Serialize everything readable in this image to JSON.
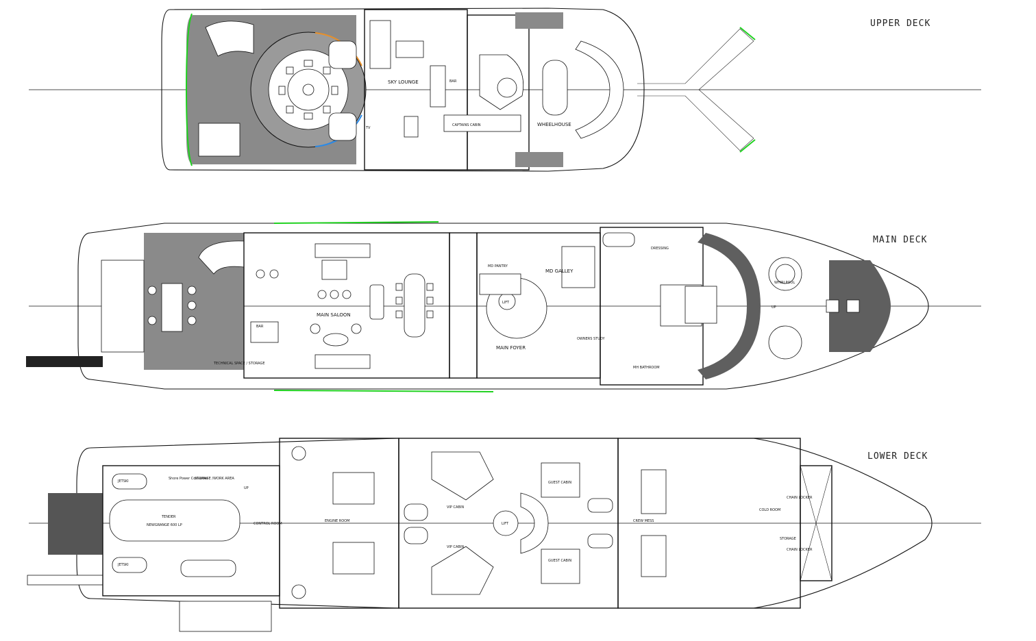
{
  "colors": {
    "line": "#111111",
    "teak_deck": "#8a8a8a",
    "teak_deck_dark": "#5f5f5f",
    "green_accent": "#1fd11f",
    "orange_arc": "#e8902a",
    "blue_arc": "#2a8ae8",
    "background": "#ffffff"
  },
  "decks": {
    "upper": {
      "title": "UPPER DECK",
      "rooms": {
        "sky_lounge": "SKY LOUNGE",
        "captains_cabin": "CAPTAINS CABIN",
        "wheelhouse": "WHEELHOUSE",
        "tv": "TV",
        "bar": "BAR"
      }
    },
    "main": {
      "title": "MAIN DECK",
      "rooms": {
        "main_saloon": "MAIN SALOON",
        "md_pantry": "MD PANTRY",
        "md_galley": "MD GALLEY",
        "main_foyer": "MAIN FOYER",
        "lift": "LIFT",
        "owners_study": "OWNERS STUDY",
        "dressing": "DRESSING",
        "mh_bathroom": "MH BATHROOM",
        "whirlpool": "WHIRLPOOL",
        "bar": "BAR",
        "up": "UP",
        "technical_space": "TECHNICAL SPACE / STORAGE"
      }
    },
    "lower": {
      "title": "LOWER DECK",
      "rooms": {
        "engine_room": "ENGINE ROOM",
        "vip_cabin": "VIP CABIN",
        "guest_cabin": "GUEST CABIN",
        "lift": "LIFT",
        "crew_mess": "CREW MESS",
        "storage": "STORAGE",
        "chain_locker": "CHAIN LOCKER",
        "cold_room": "COLD ROOM",
        "storage_work_area": "STORAGE /WORK AREA",
        "shore_power": "Shore Power Converter",
        "tender": "TENDER",
        "tender_model": "NEWGRANGE 600 LP",
        "jetski": "JETSKI",
        "control_room": "CONTROL ROOM",
        "up": "UP"
      }
    }
  }
}
